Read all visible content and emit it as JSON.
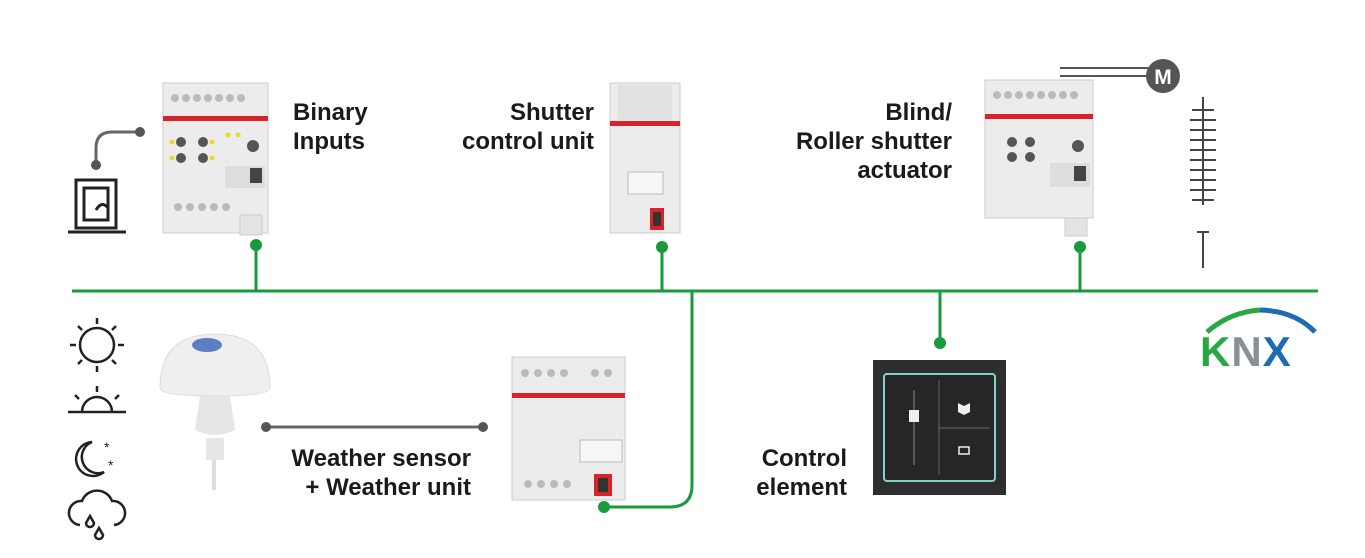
{
  "labels": {
    "binary_inputs": "Binary\nInputs",
    "shutter_control": "Shutter\ncontrol unit",
    "blind_actuator": "Blind/\nRoller shutter\nactuator",
    "weather": "Weather sensor\n+ Weather unit",
    "control_element": "Control\nelement"
  },
  "motor_letter": "M",
  "logo": {
    "k": "K",
    "n": "N",
    "x": "X"
  },
  "colors": {
    "bus": "#1a9a3c",
    "knx_green": "#2aa745",
    "knx_gray": "#8a9196",
    "knx_blue": "#1b6cb5",
    "abb_red": "#d9222a",
    "wire": "#666666"
  },
  "icons": [
    "window-contact-icon",
    "sun-icon",
    "sunrise-icon",
    "moon-stars-icon",
    "rain-cloud-icon",
    "motor-icon",
    "blind-icon"
  ]
}
